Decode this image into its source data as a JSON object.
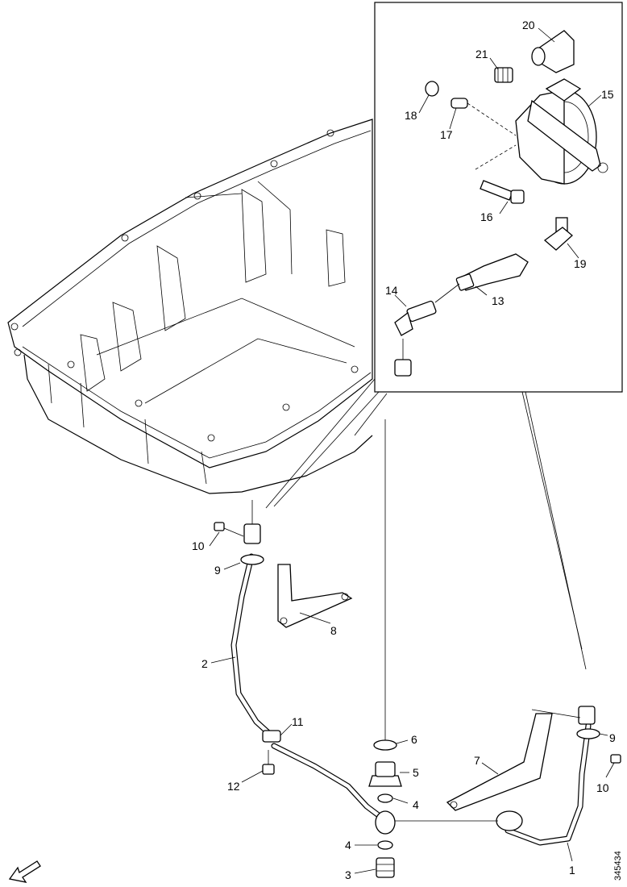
{
  "diagram": {
    "doc_id": "345434",
    "callouts": [
      {
        "id": "c1",
        "label": "1"
      },
      {
        "id": "c2",
        "label": "2"
      },
      {
        "id": "c3",
        "label": "3"
      },
      {
        "id": "c4a",
        "label": "4"
      },
      {
        "id": "c4b",
        "label": "4"
      },
      {
        "id": "c5",
        "label": "5"
      },
      {
        "id": "c6",
        "label": "6"
      },
      {
        "id": "c7",
        "label": "7"
      },
      {
        "id": "c8",
        "label": "8"
      },
      {
        "id": "c9a",
        "label": "9"
      },
      {
        "id": "c9b",
        "label": "9"
      },
      {
        "id": "c10a",
        "label": "10"
      },
      {
        "id": "c10b",
        "label": "10"
      },
      {
        "id": "c11",
        "label": "11"
      },
      {
        "id": "c12",
        "label": "12"
      },
      {
        "id": "c13",
        "label": "13"
      },
      {
        "id": "c14",
        "label": "14"
      },
      {
        "id": "c15",
        "label": "15"
      },
      {
        "id": "c16",
        "label": "16"
      },
      {
        "id": "c17",
        "label": "17"
      },
      {
        "id": "c18",
        "label": "18"
      },
      {
        "id": "c19",
        "label": "19"
      },
      {
        "id": "c20",
        "label": "20"
      },
      {
        "id": "c21",
        "label": "21"
      }
    ]
  }
}
